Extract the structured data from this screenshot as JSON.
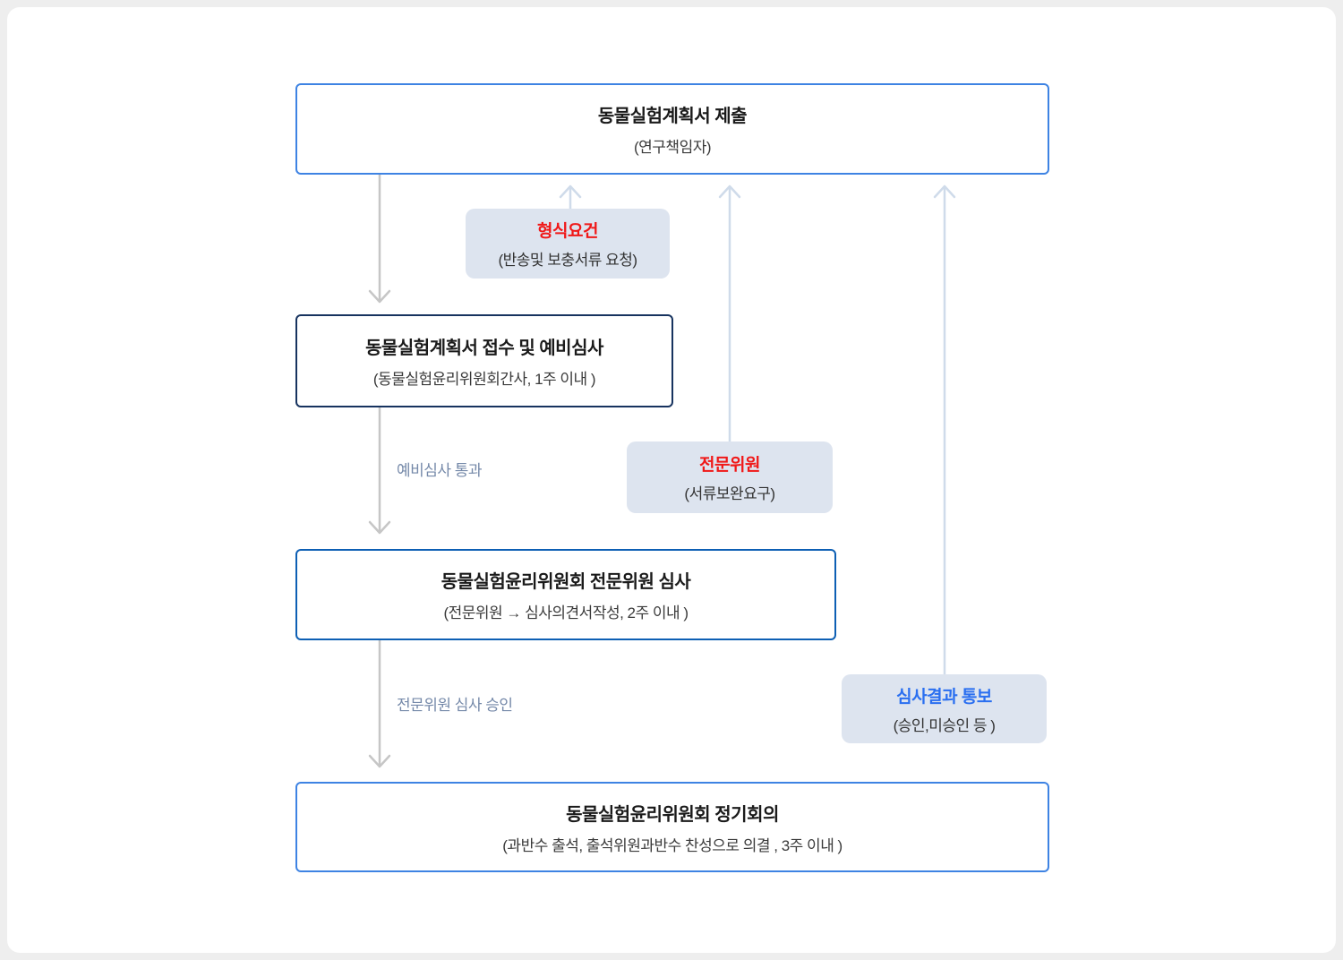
{
  "page": {
    "background_color": "#eeeeee",
    "card_color": "#ffffff"
  },
  "flow": {
    "nodes": [
      {
        "id": "submit",
        "title": "동물실험계획서 제출",
        "subtitle": "(연구책임자)",
        "border_color": "#3e83e3"
      },
      {
        "id": "receipt",
        "title": "동물실험계획서 접수 및 예비심사",
        "subtitle": "(동물실험윤리위원회간사, 1주 이내 )",
        "border_color": "#17335f"
      },
      {
        "id": "expert-review",
        "title": "동물실험윤리위원회 전문위원 심사",
        "subtitle": "(전문위원 → 심사의견서작성, 2주 이내 )",
        "border_color": "#0d5fb4"
      },
      {
        "id": "meeting",
        "title": "동물실험윤리위원회 정기회의",
        "subtitle": "(과반수 출석, 출석위원과반수 찬성으로 의결 , 3주 이내 )",
        "border_color": "#3e83e3"
      }
    ],
    "callouts": [
      {
        "id": "formal-requirements",
        "title": "형식요건",
        "subtitle": "(반송및 보충서류 요청)",
        "title_color": "#f01818",
        "background_color": "#dde4ef"
      },
      {
        "id": "expert-member",
        "title": "전문위원",
        "subtitle": "(서류보완요구)",
        "title_color": "#f01818",
        "background_color": "#dde4ef"
      },
      {
        "id": "review-result-notice",
        "title": "심사결과 통보",
        "subtitle": "(승인,미승인 등  )",
        "title_color": "#2a6ff0",
        "background_color": "#dde4ef"
      }
    ],
    "edge_labels": [
      {
        "id": "prelim-pass",
        "text": "예비심사 통과"
      },
      {
        "id": "expert-approval",
        "text": "전문위원 심사 승인"
      }
    ],
    "arrow_colors": {
      "down_arrow": "#c6c6c6",
      "up_arrow": "#cfdbea",
      "edge_label": "#7589a9"
    }
  }
}
